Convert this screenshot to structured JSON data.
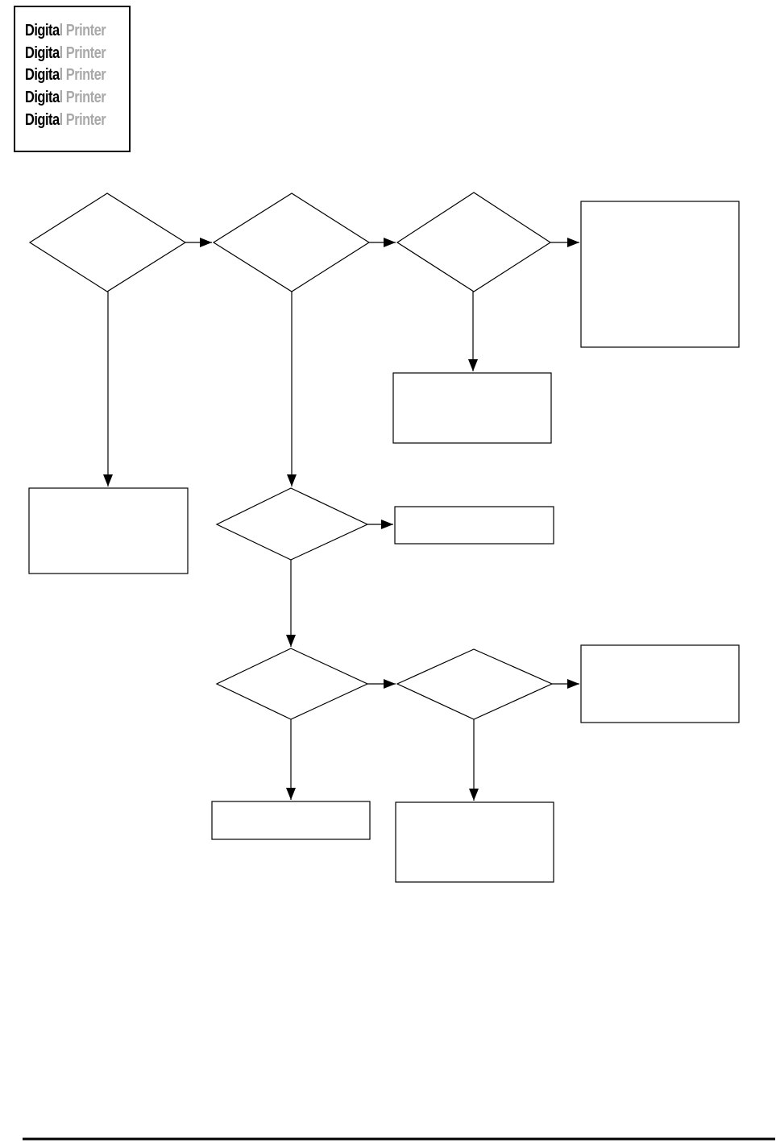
{
  "page": {
    "background_color": "#ffffff",
    "line_color": "#000000",
    "shape_fill_color": "#ffffff"
  },
  "logo": {
    "black_color": "#000000",
    "gray_color": "#a9a9a9",
    "lines": [
      {
        "black": "Digita",
        "gray": "l Printer"
      },
      {
        "black": "Digita",
        "gray": "l Printer"
      },
      {
        "black": "Digita",
        "gray": "l Printer"
      },
      {
        "black": "Digita",
        "gray": "l Printer"
      },
      {
        "black": "Digita",
        "gray": "l Printer"
      }
    ]
  },
  "flowchart": {
    "nodes": [
      {
        "id": "decision-1",
        "type": "decision-diamond",
        "label": ""
      },
      {
        "id": "decision-2",
        "type": "decision-diamond",
        "label": ""
      },
      {
        "id": "decision-3",
        "type": "decision-diamond",
        "label": ""
      },
      {
        "id": "decision-4",
        "type": "decision-diamond",
        "label": ""
      },
      {
        "id": "decision-5",
        "type": "decision-diamond",
        "label": ""
      },
      {
        "id": "decision-6",
        "type": "decision-diamond",
        "label": ""
      },
      {
        "id": "process-1",
        "type": "process-box",
        "label": ""
      },
      {
        "id": "process-2",
        "type": "process-box",
        "label": ""
      },
      {
        "id": "process-3",
        "type": "process-box",
        "label": ""
      },
      {
        "id": "process-4",
        "type": "process-box",
        "label": ""
      },
      {
        "id": "process-5",
        "type": "process-box",
        "label": ""
      },
      {
        "id": "process-6",
        "type": "process-box",
        "label": ""
      },
      {
        "id": "process-7",
        "type": "process-box",
        "label": ""
      }
    ],
    "edges": [
      {
        "from": "decision-1",
        "to": "decision-2",
        "direction": "right"
      },
      {
        "from": "decision-2",
        "to": "decision-3",
        "direction": "right"
      },
      {
        "from": "decision-3",
        "to": "process-1",
        "direction": "right"
      },
      {
        "from": "decision-3",
        "to": "process-2",
        "direction": "down"
      },
      {
        "from": "decision-1",
        "to": "process-3",
        "direction": "down"
      },
      {
        "from": "decision-2",
        "to": "decision-4",
        "direction": "down"
      },
      {
        "from": "decision-4",
        "to": "process-4",
        "direction": "right"
      },
      {
        "from": "decision-4",
        "to": "decision-5",
        "direction": "down"
      },
      {
        "from": "decision-5",
        "to": "decision-6",
        "direction": "right"
      },
      {
        "from": "decision-6",
        "to": "process-5",
        "direction": "right"
      },
      {
        "from": "decision-5",
        "to": "process-6",
        "direction": "down"
      },
      {
        "from": "decision-6",
        "to": "process-7",
        "direction": "down"
      }
    ]
  }
}
